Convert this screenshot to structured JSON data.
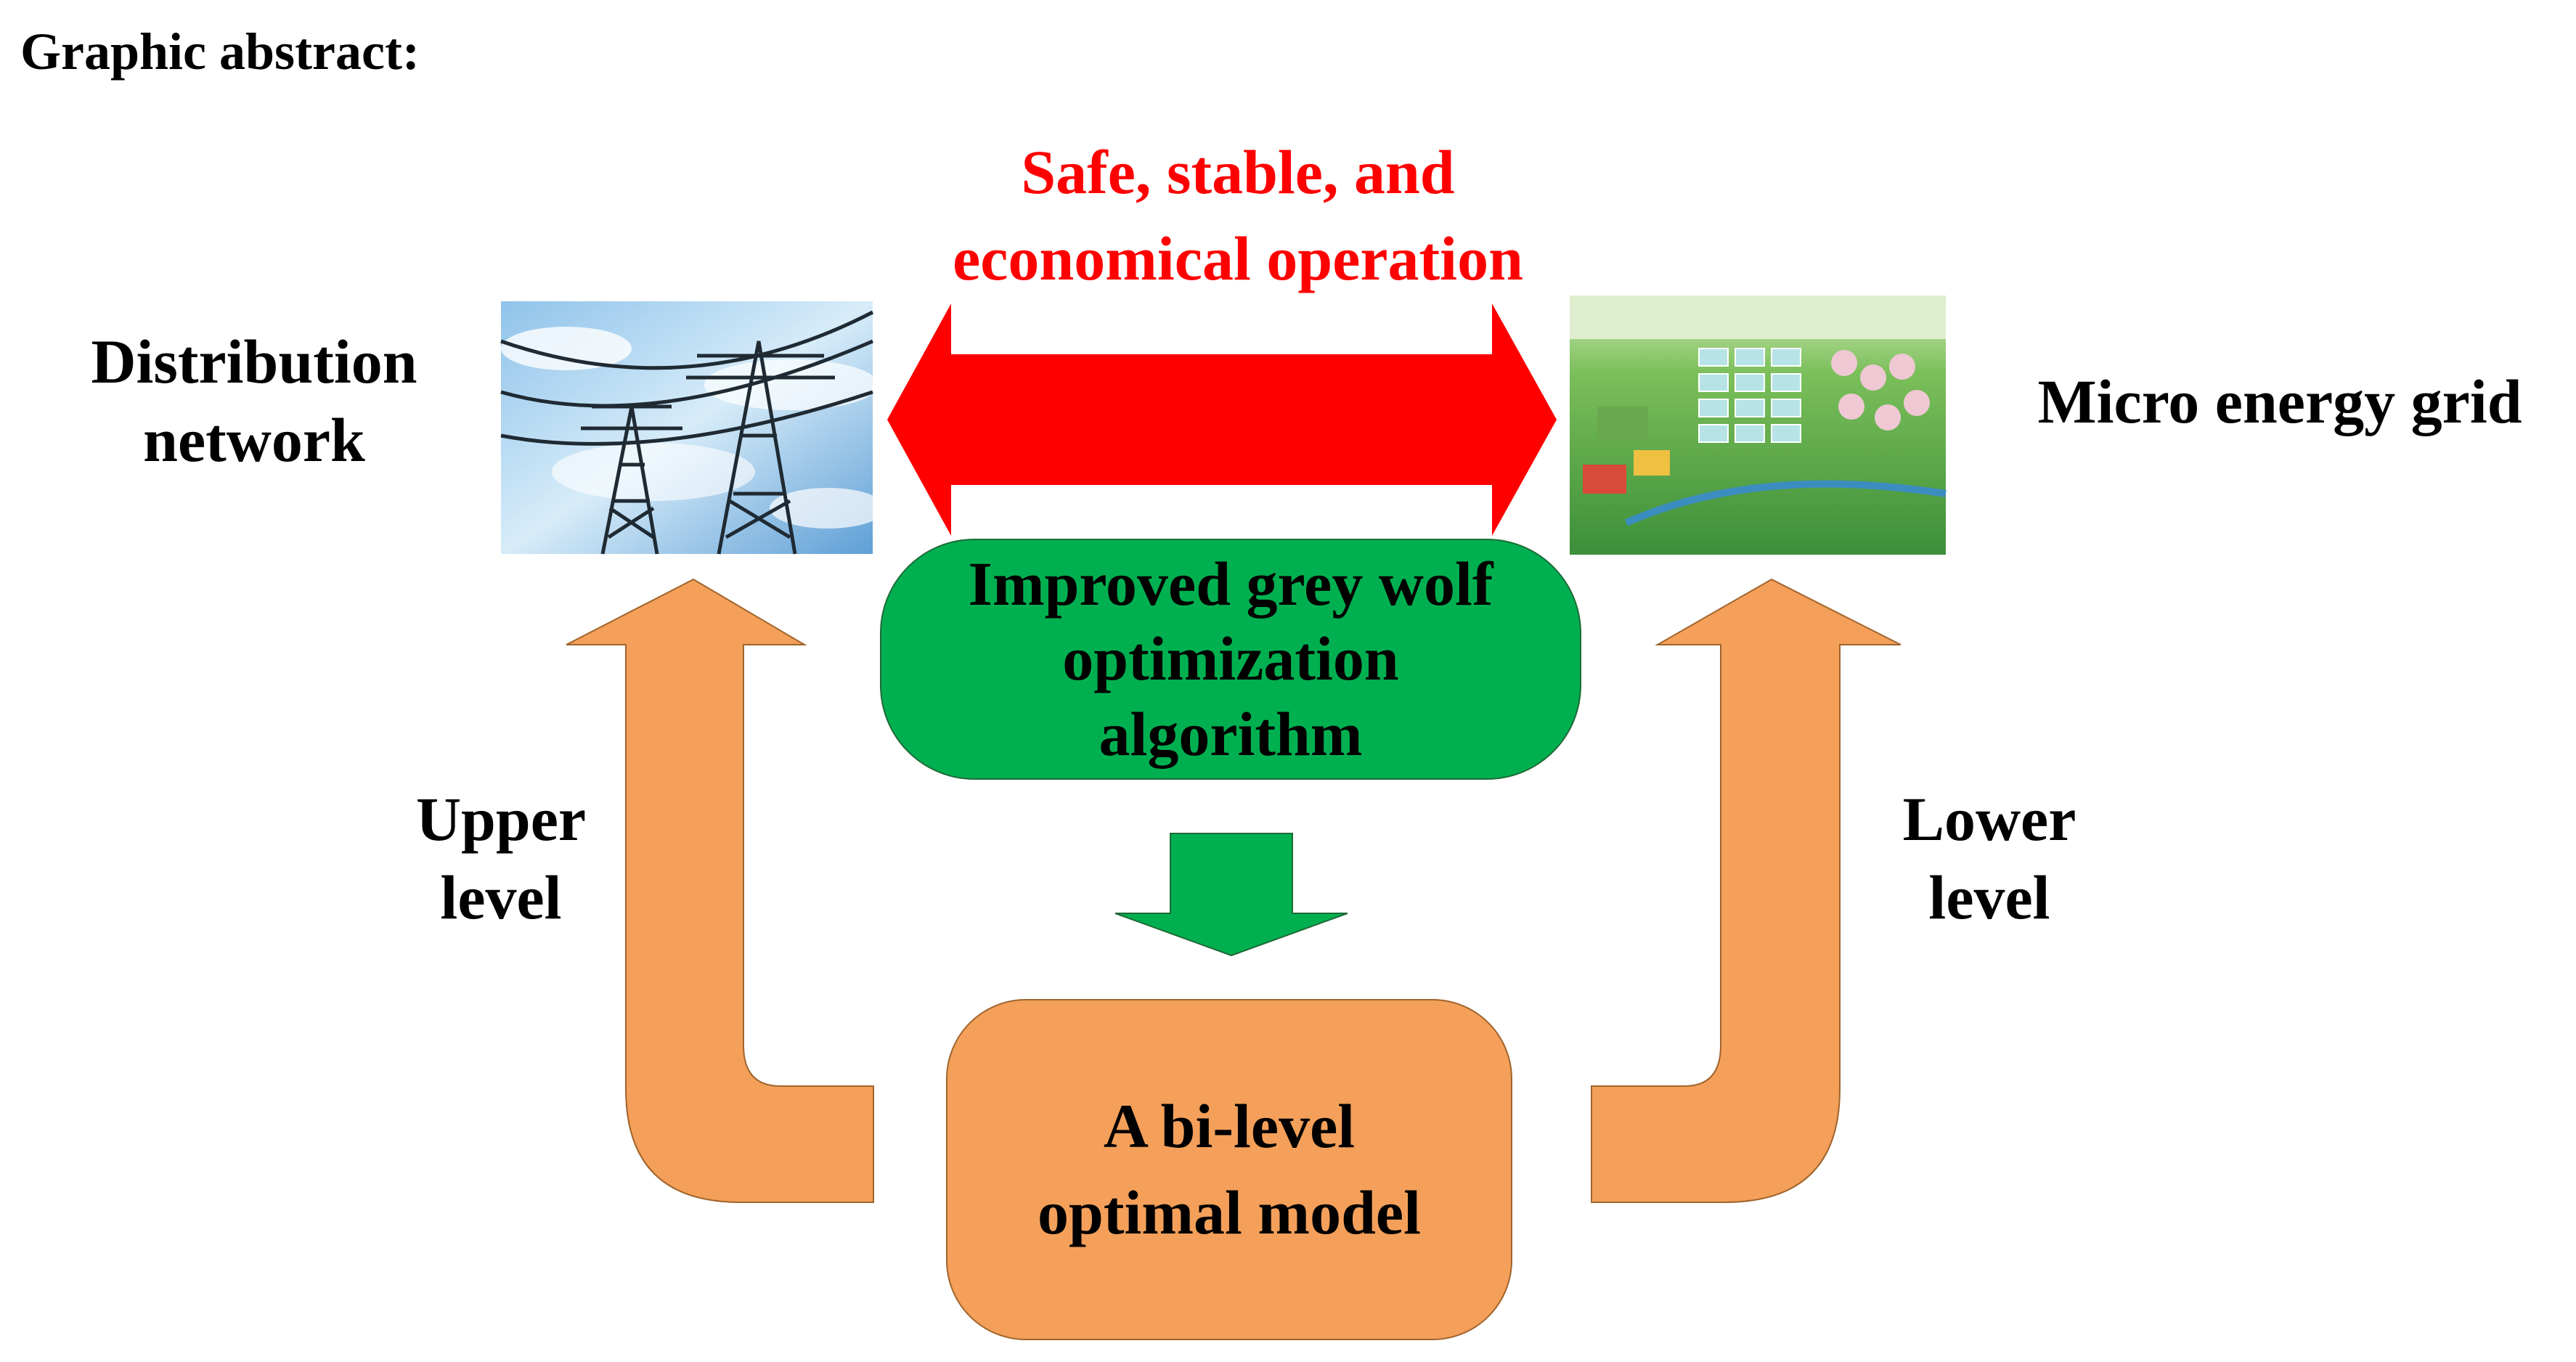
{
  "header": {
    "title": "Graphic abstract:"
  },
  "top": {
    "line1": "Safe, stable, and",
    "line2": "economical operation"
  },
  "left_node": {
    "line1": "Distribution",
    "line2": "network"
  },
  "right_node": {
    "label": "Micro energy grid"
  },
  "algorithm": {
    "line1": "Improved grey wolf",
    "line2": "optimization",
    "line3": "algorithm"
  },
  "model": {
    "line1": "A bi-level",
    "line2": "optimal model"
  },
  "upper": {
    "line1": "Upper",
    "line2": "level"
  },
  "lower": {
    "line1": "Lower",
    "line2": "level"
  },
  "colors": {
    "red_arrow": "#ff0000",
    "green": "#00b050",
    "orange": "#f4a05a",
    "sky": "#6ea8d8"
  },
  "icons": {
    "left_photo": "power-tower-photo",
    "right_photo": "micro-grid-aerial-photo"
  }
}
